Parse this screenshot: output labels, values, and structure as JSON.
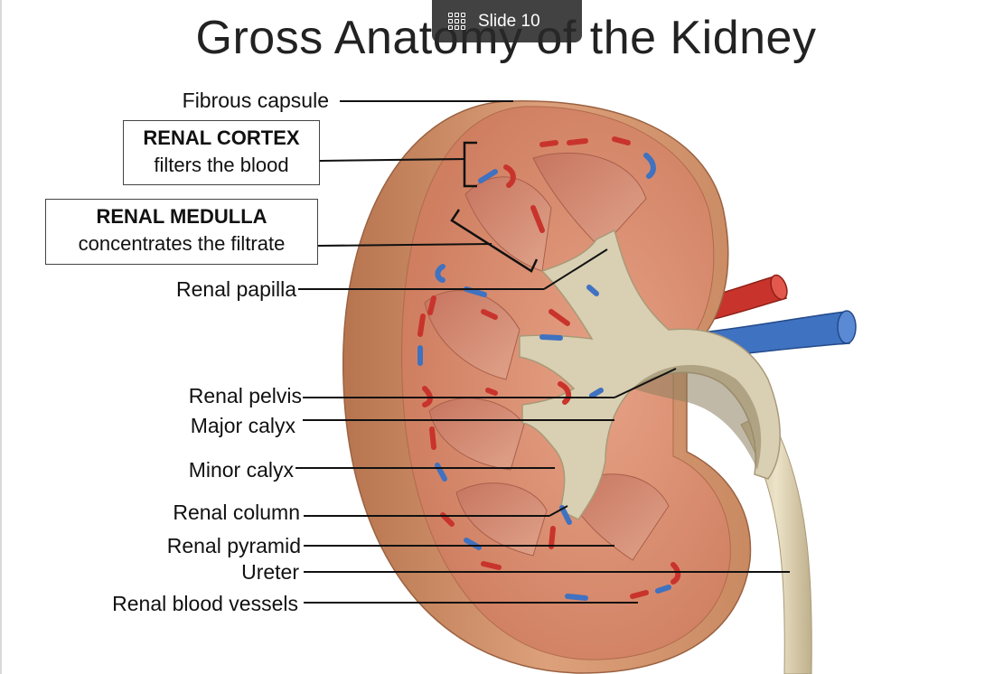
{
  "title": "Gross Anatomy of the Kidney",
  "slide_badge": {
    "label": "Slide 10",
    "icon": "grid-icon"
  },
  "boxes": {
    "cortex": {
      "heading": "RENAL CORTEX",
      "text": "filters the blood"
    },
    "medulla": {
      "heading": "RENAL MEDULLA",
      "text": "concentrates the filtrate"
    }
  },
  "labels": {
    "fibrous_capsule": "Fibrous capsule",
    "renal_papilla": "Renal papilla",
    "renal_pelvis": "Renal pelvis",
    "major_calyx": "Major calyx",
    "minor_calyx": "Minor calyx",
    "renal_column": "Renal column",
    "renal_pyramid": "Renal pyramid",
    "ureter": "Ureter",
    "renal_blood_vessels": "Renal blood vessels"
  },
  "colors": {
    "capsule": "#c98a62",
    "cortex": "#d98a6c",
    "pyramid": "#c4725a",
    "pelvis": "#d9cfb2",
    "artery": "#c8342c",
    "vein": "#3f72c0"
  }
}
